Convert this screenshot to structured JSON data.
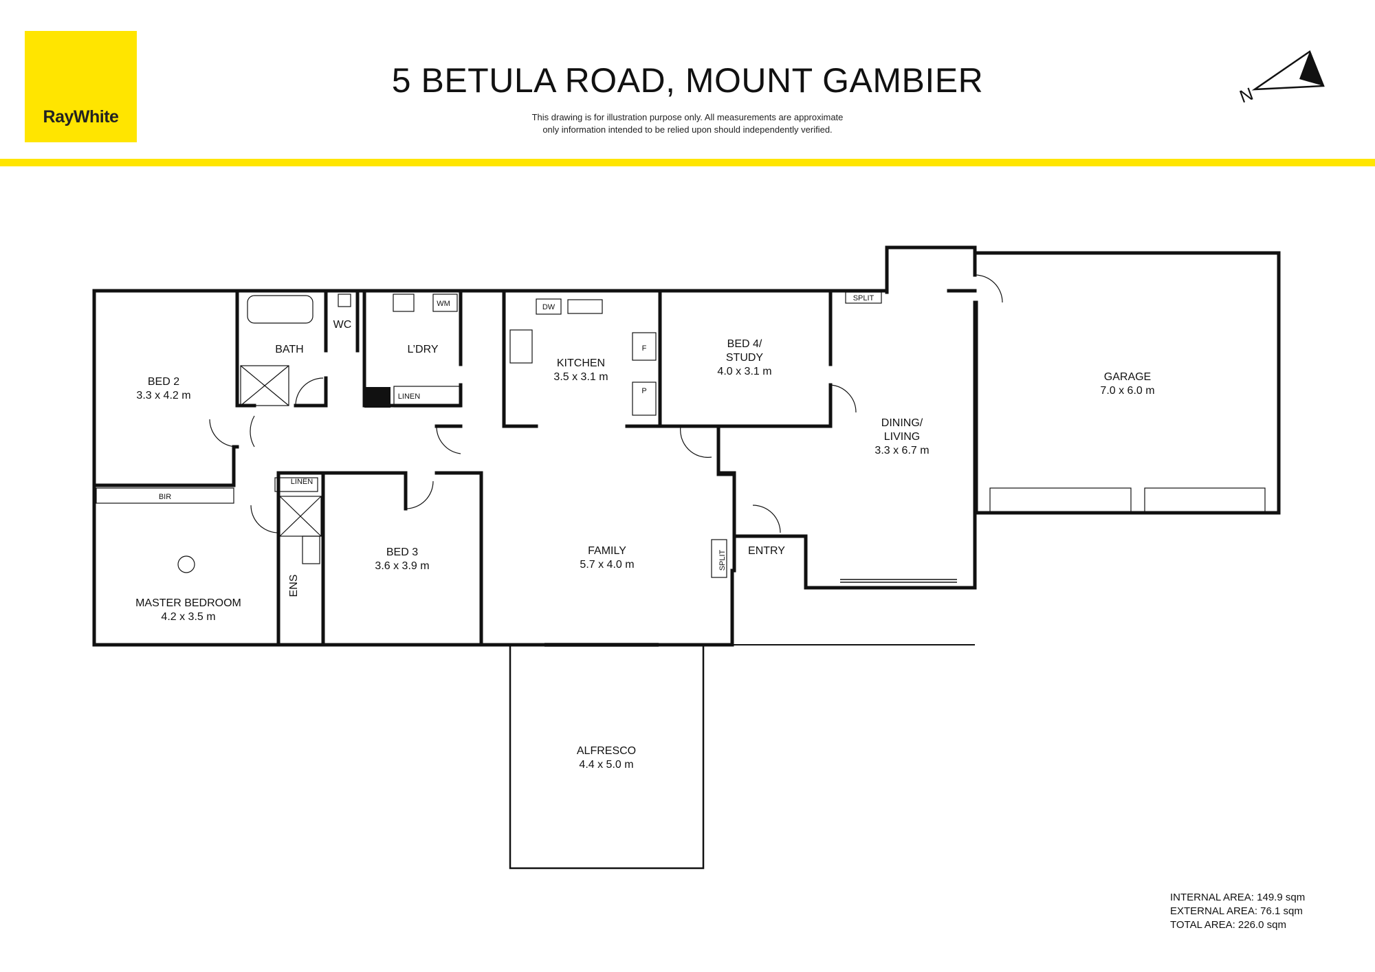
{
  "brand": {
    "logo_text": "RayWhite",
    "color": "#FFE500"
  },
  "header": {
    "title": "5 BETULA ROAD, MOUNT GAMBIER",
    "disclaimer_line1": "This drawing is for illustration purpose only. All measurements are approximate",
    "disclaimer_line2": "only information intended to be relied upon should independently verified."
  },
  "compass": {
    "icon": "north-arrow-icon",
    "label": "N"
  },
  "rooms": {
    "bed2": {
      "name": "BED 2",
      "size": "3.3 x 4.2 m"
    },
    "bath": {
      "name": "BATH"
    },
    "wc": {
      "name": "WC"
    },
    "laundry": {
      "name": "L’DRY"
    },
    "wm": {
      "name": "WM"
    },
    "linen1": {
      "name": "LINEN"
    },
    "linen2": {
      "name": "LINEN"
    },
    "kitchen": {
      "name": "KITCHEN",
      "size": "3.5 x 3.1 m"
    },
    "dw": {
      "name": "DW"
    },
    "f": {
      "name": "F"
    },
    "p": {
      "name": "P"
    },
    "bed4": {
      "name_line1": "BED 4/",
      "name_line2": "STUDY",
      "size": "4.0 x 3.1 m"
    },
    "split1": {
      "name": "SPLIT"
    },
    "split2": {
      "name": "SPLIT"
    },
    "dining": {
      "name_line1": "DINING/",
      "name_line2": "LIVING",
      "size": "3.3 x 6.7 m"
    },
    "garage": {
      "name": "GARAGE",
      "size": "7.0 x 6.0 m"
    },
    "bir": {
      "name": "BIR"
    },
    "master": {
      "name": "MASTER BEDROOM",
      "size": "4.2 x 3.5 m"
    },
    "ens": {
      "name": "ENS"
    },
    "bed3": {
      "name": "BED 3",
      "size": "3.6 x 3.9 m"
    },
    "family": {
      "name": "FAMILY",
      "size": "5.7 x 4.0 m"
    },
    "entry": {
      "name": "ENTRY"
    },
    "alfresco": {
      "name": "ALFRESCO",
      "size": "4.4 x 5.0 m"
    }
  },
  "areas": {
    "internal": "INTERNAL AREA: 149.9 sqm",
    "external": "EXTERNAL AREA: 76.1 sqm",
    "total": "TOTAL AREA: 226.0 sqm"
  }
}
